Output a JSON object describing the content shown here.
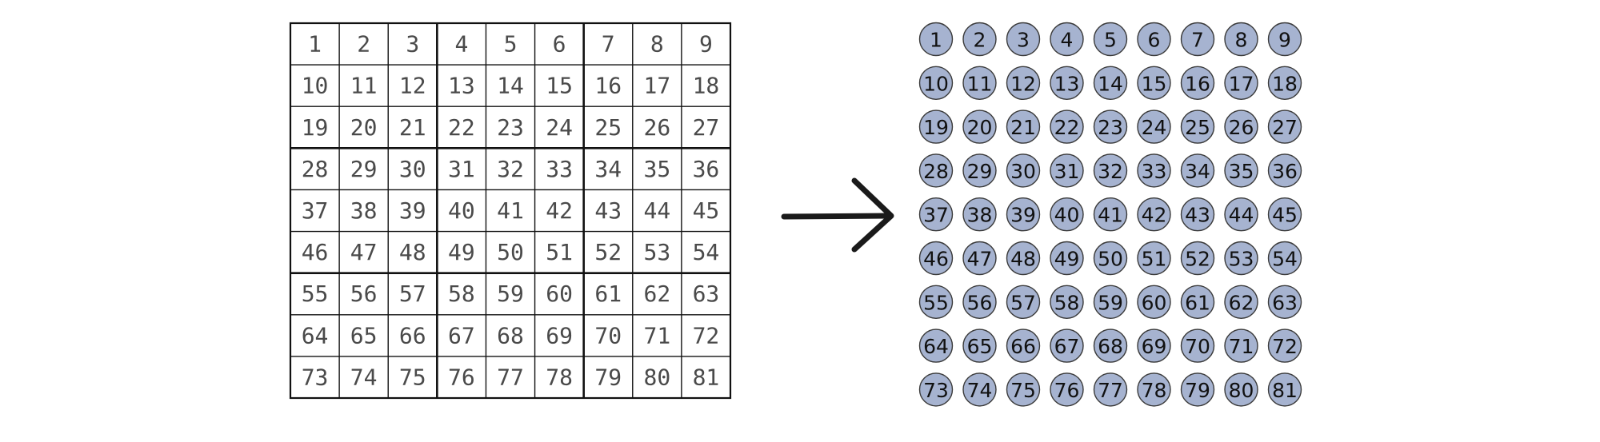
{
  "grid": {
    "rows": 9,
    "cols": 9,
    "values": [
      [
        "1",
        "2",
        "3",
        "4",
        "5",
        "6",
        "7",
        "8",
        "9"
      ],
      [
        "10",
        "11",
        "12",
        "13",
        "14",
        "15",
        "16",
        "17",
        "18"
      ],
      [
        "19",
        "20",
        "21",
        "22",
        "23",
        "24",
        "25",
        "26",
        "27"
      ],
      [
        "28",
        "29",
        "30",
        "31",
        "32",
        "33",
        "34",
        "35",
        "36"
      ],
      [
        "37",
        "38",
        "39",
        "40",
        "41",
        "42",
        "43",
        "44",
        "45"
      ],
      [
        "46",
        "47",
        "48",
        "49",
        "50",
        "51",
        "52",
        "53",
        "54"
      ],
      [
        "55",
        "56",
        "57",
        "58",
        "59",
        "60",
        "61",
        "62",
        "63"
      ],
      [
        "64",
        "65",
        "66",
        "67",
        "68",
        "69",
        "70",
        "71",
        "72"
      ],
      [
        "73",
        "74",
        "75",
        "76",
        "77",
        "78",
        "79",
        "80",
        "81"
      ]
    ]
  },
  "nodes": {
    "rows": 9,
    "cols": 9,
    "values": [
      [
        "1",
        "2",
        "3",
        "4",
        "5",
        "6",
        "7",
        "8",
        "9"
      ],
      [
        "10",
        "11",
        "12",
        "13",
        "14",
        "15",
        "16",
        "17",
        "18"
      ],
      [
        "19",
        "20",
        "21",
        "22",
        "23",
        "24",
        "25",
        "26",
        "27"
      ],
      [
        "28",
        "29",
        "30",
        "31",
        "32",
        "33",
        "34",
        "35",
        "36"
      ],
      [
        "37",
        "38",
        "39",
        "40",
        "41",
        "42",
        "43",
        "44",
        "45"
      ],
      [
        "46",
        "47",
        "48",
        "49",
        "50",
        "51",
        "52",
        "53",
        "54"
      ],
      [
        "55",
        "56",
        "57",
        "58",
        "59",
        "60",
        "61",
        "62",
        "63"
      ],
      [
        "64",
        "65",
        "66",
        "67",
        "68",
        "69",
        "70",
        "71",
        "72"
      ],
      [
        "73",
        "74",
        "75",
        "76",
        "77",
        "78",
        "79",
        "80",
        "81"
      ]
    ],
    "fill_color": "#a6b3d0",
    "stroke_color": "#3a3a3a"
  },
  "arrow": {
    "direction": "right",
    "icon": "arrow-right-icon",
    "color": "#1a1a1a"
  },
  "colors": {
    "background": "#ffffff",
    "grid_line": "#111111",
    "grid_text": "#4a4a4a",
    "node_text": "#111111"
  }
}
